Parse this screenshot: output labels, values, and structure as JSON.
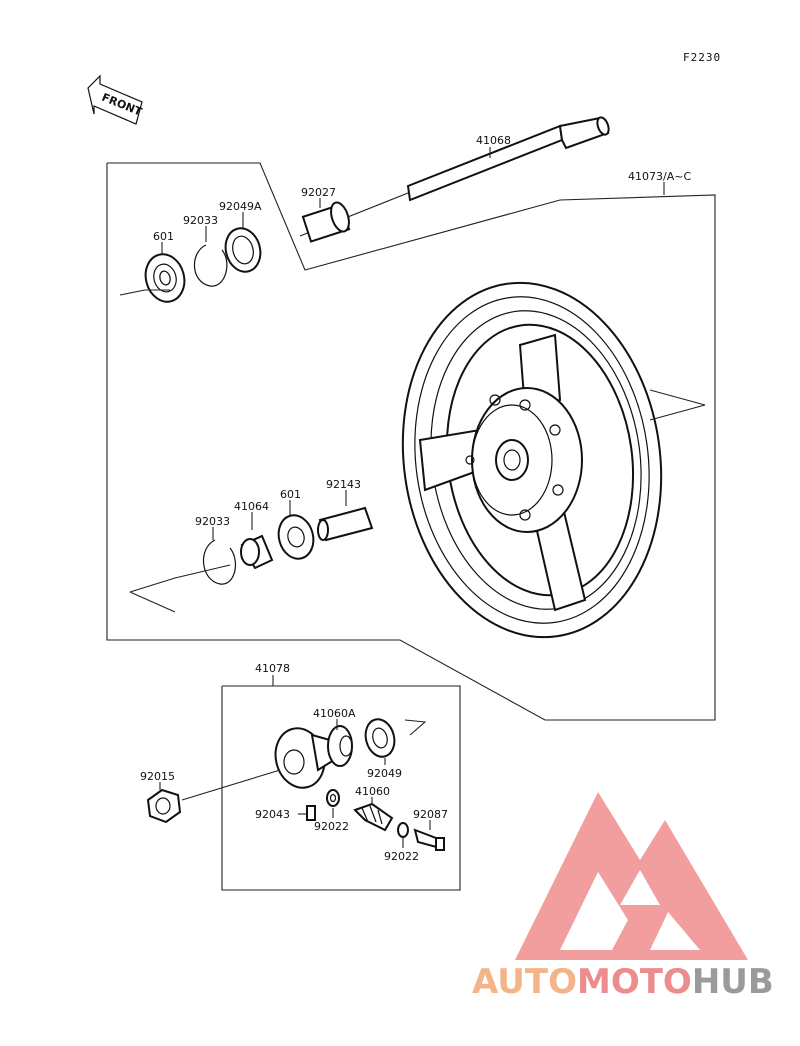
{
  "diagram_code": "F2230",
  "front_label": "FRONT",
  "parts": {
    "axle": "41068",
    "wheel": "41073/A~C",
    "collar_top": "92027",
    "seal_top": "92049A",
    "circlip_top": "92033",
    "bearing_top": "601",
    "collar_mid": "92143",
    "bearing_mid": "601",
    "spacer_mid": "41064",
    "circlip_mid": "92033",
    "gear_assy": "41078",
    "gear_a": "41060A",
    "seal_gear": "92049",
    "nut": "92015",
    "pin": "92043",
    "washer_1": "92022",
    "gear_b": "41060",
    "bushing": "92087",
    "washer_2": "92022"
  },
  "watermark": {
    "part1": "AUTO",
    "part2": "MOTO",
    "part3": "HUB"
  }
}
